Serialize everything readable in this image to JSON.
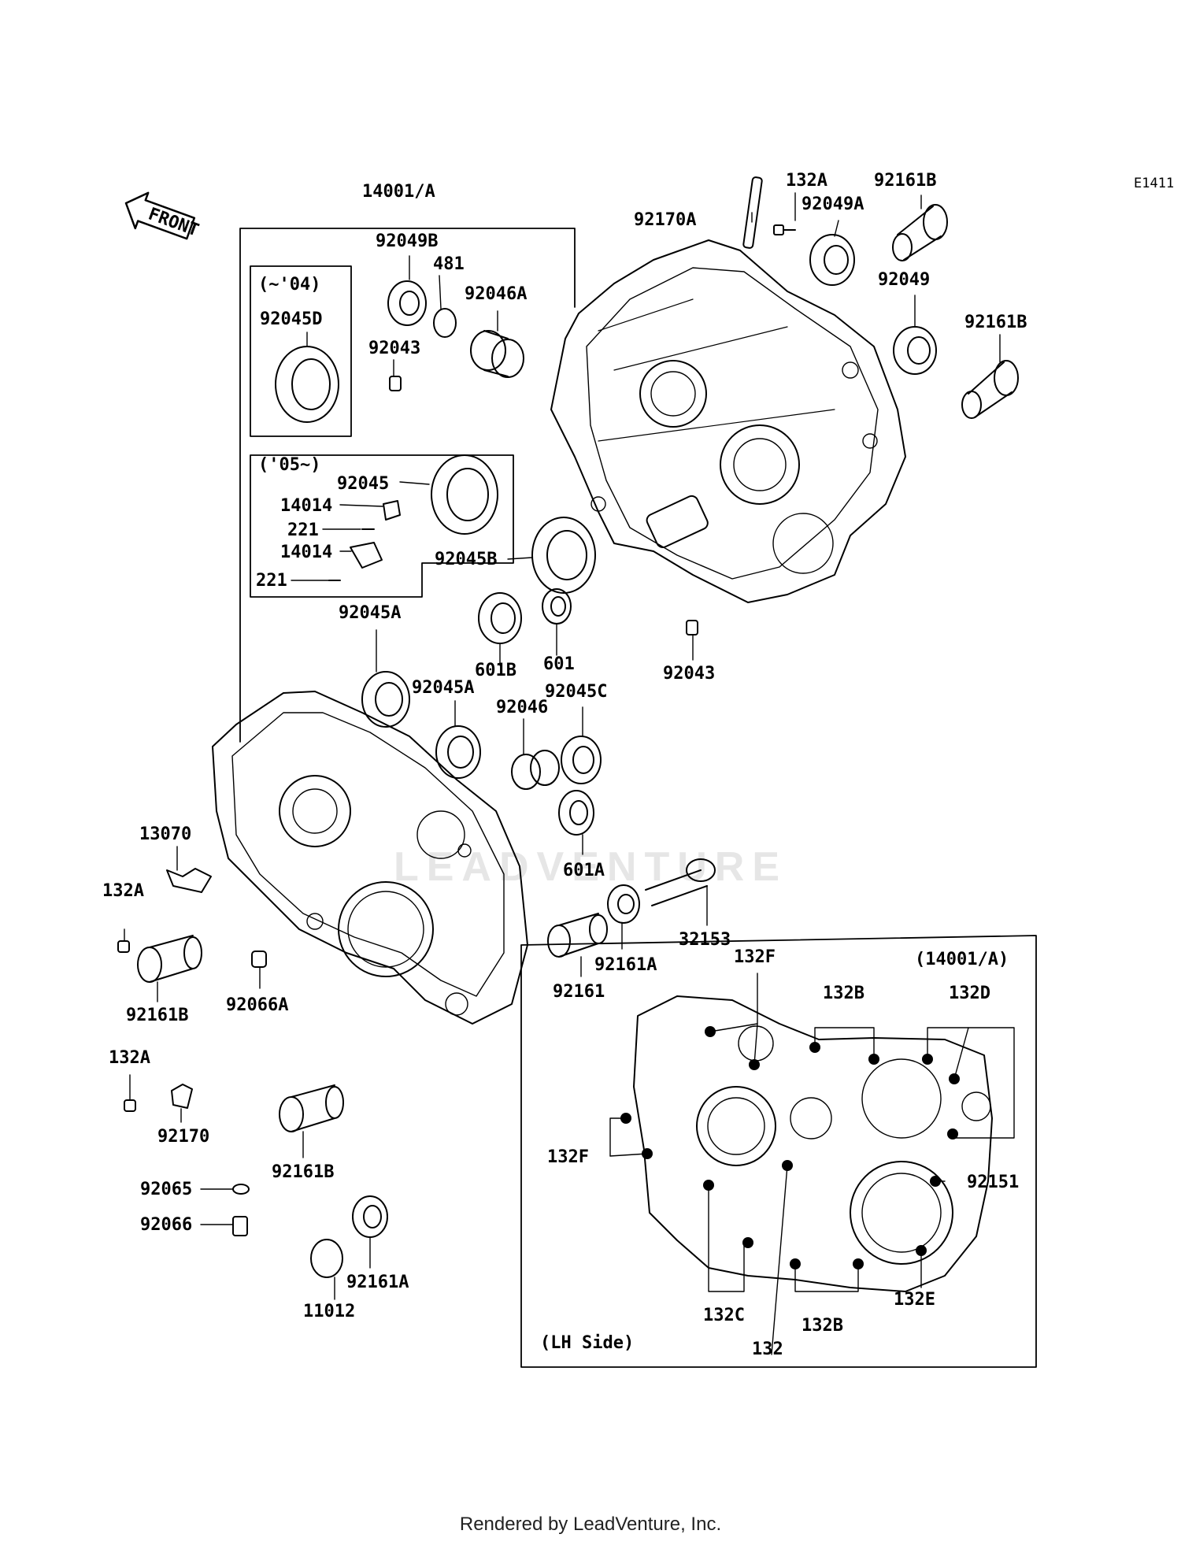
{
  "diagram_code": "E1411",
  "front_label": "FRONT",
  "footer": "Rendered by LeadVenture, Inc.",
  "watermark": "LEADVENTURE",
  "groups": {
    "early": "(~'04)",
    "late": "('05~)",
    "assembly_ref": "(14001/A)",
    "lh_side": "(LH Side)"
  },
  "callouts": [
    {
      "id": "c_14001A",
      "text": "14001/A"
    },
    {
      "id": "c_132A_top",
      "text": "132A"
    },
    {
      "id": "c_92161B_top",
      "text": "92161B"
    },
    {
      "id": "c_92170A",
      "text": "92170A"
    },
    {
      "id": "c_92049A",
      "text": "92049A"
    },
    {
      "id": "c_92049B",
      "text": "92049B"
    },
    {
      "id": "c_481",
      "text": "481"
    },
    {
      "id": "c_92046A",
      "text": "92046A"
    },
    {
      "id": "c_92049",
      "text": "92049"
    },
    {
      "id": "c_92045D",
      "text": "92045D"
    },
    {
      "id": "c_92043_top",
      "text": "92043"
    },
    {
      "id": "c_92161B_r",
      "text": "92161B"
    },
    {
      "id": "c_92045",
      "text": "92045"
    },
    {
      "id": "c_14014_a",
      "text": "14014"
    },
    {
      "id": "c_221_a",
      "text": "221"
    },
    {
      "id": "c_14014_b",
      "text": "14014"
    },
    {
      "id": "c_221_b",
      "text": "221"
    },
    {
      "id": "c_92045B",
      "text": "92045B"
    },
    {
      "id": "c_92045A_1",
      "text": "92045A"
    },
    {
      "id": "c_601B",
      "text": "601B"
    },
    {
      "id": "c_601",
      "text": "601"
    },
    {
      "id": "c_92043_r",
      "text": "92043"
    },
    {
      "id": "c_92045A_2",
      "text": "92045A"
    },
    {
      "id": "c_92045C",
      "text": "92045C"
    },
    {
      "id": "c_92046",
      "text": "92046"
    },
    {
      "id": "c_13070",
      "text": "13070"
    },
    {
      "id": "c_132A_mid",
      "text": "132A"
    },
    {
      "id": "c_601A",
      "text": "601A"
    },
    {
      "id": "c_32153",
      "text": "32153"
    },
    {
      "id": "c_92161B_l",
      "text": "92161B"
    },
    {
      "id": "c_92066A",
      "text": "92066A"
    },
    {
      "id": "c_92161A_1",
      "text": "92161A"
    },
    {
      "id": "c_92161",
      "text": "92161"
    },
    {
      "id": "c_132A_low",
      "text": "132A"
    },
    {
      "id": "c_92170",
      "text": "92170"
    },
    {
      "id": "c_92161B_low",
      "text": "92161B"
    },
    {
      "id": "c_92065",
      "text": "92065"
    },
    {
      "id": "c_92066",
      "text": "92066"
    },
    {
      "id": "c_92161A_2",
      "text": "92161A"
    },
    {
      "id": "c_11012",
      "text": "11012"
    },
    {
      "id": "c_132F_top",
      "text": "132F"
    },
    {
      "id": "c_132B_top",
      "text": "132B"
    },
    {
      "id": "c_132D",
      "text": "132D"
    },
    {
      "id": "c_132F_left",
      "text": "132F"
    },
    {
      "id": "c_92151",
      "text": "92151"
    },
    {
      "id": "c_132C",
      "text": "132C"
    },
    {
      "id": "c_132B_bot",
      "text": "132B"
    },
    {
      "id": "c_132E",
      "text": "132E"
    },
    {
      "id": "c_132",
      "text": "132"
    }
  ]
}
